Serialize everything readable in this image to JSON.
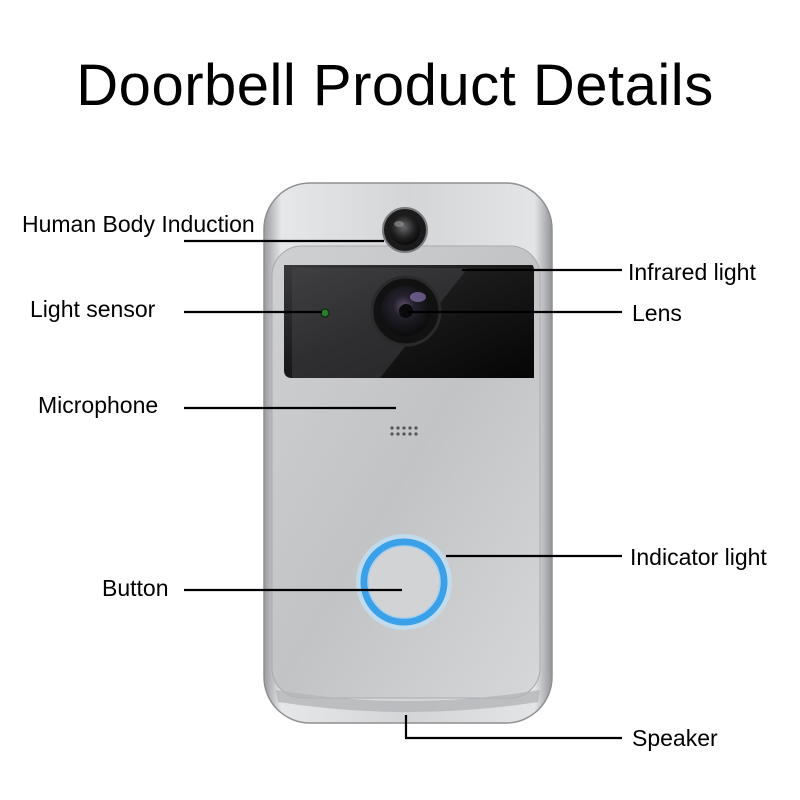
{
  "title": "Doorbell Product Details",
  "labels": {
    "human_body_induction": "Human Body Induction",
    "light_sensor": "Light sensor",
    "microphone": "Microphone",
    "button": "Button",
    "infrared_light": "Infrared light",
    "lens": "Lens",
    "indicator_light": "Indicator light",
    "speaker": "Speaker"
  },
  "colors": {
    "body_silver": "#c9cacc",
    "window_black": "#111111",
    "ring_blue": "#3aa0e8",
    "leader_line": "#000000"
  }
}
